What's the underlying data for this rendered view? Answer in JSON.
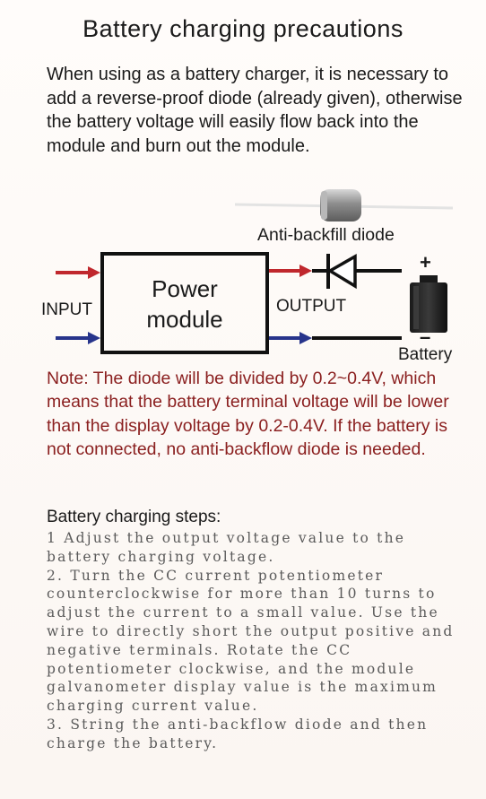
{
  "title": "Battery charging precautions",
  "intro": "When using as a battery charger, it is necessary to add a reverse-proof diode (already given), otherwise the battery voltage will easily flow back into the module and burn out the module.",
  "diagram": {
    "diode_label": "Anti-backfill diode",
    "module_line1": "Power",
    "module_line2": "module",
    "input_label": "INPUT",
    "output_label": "OUTPUT",
    "battery_label": "Battery",
    "plus_sign": "+",
    "minus_sign": "–",
    "colors": {
      "positive_arrow": "#c0272d",
      "negative_arrow": "#27348b",
      "stroke": "#111111"
    }
  },
  "note": "Note: The diode will be divided by 0.2~0.4V, which means that the battery terminal voltage will be lower than the display voltage by 0.2-0.4V. If the battery is not connected, no anti-backflow diode is needed.",
  "steps_title": "Battery charging steps:",
  "steps": [
    "1 Adjust the output voltage value to the battery charging voltage.",
    "2. Turn the CC current potentiometer counterclockwise for more than 10 turns to adjust the current to a small value. Use the wire to directly short the output positive and negative terminals. Rotate the CC potentiometer clockwise, and the module galvanometer display value is the maximum charging current value.",
    "3. String the anti-backflow diode and then charge the battery."
  ]
}
